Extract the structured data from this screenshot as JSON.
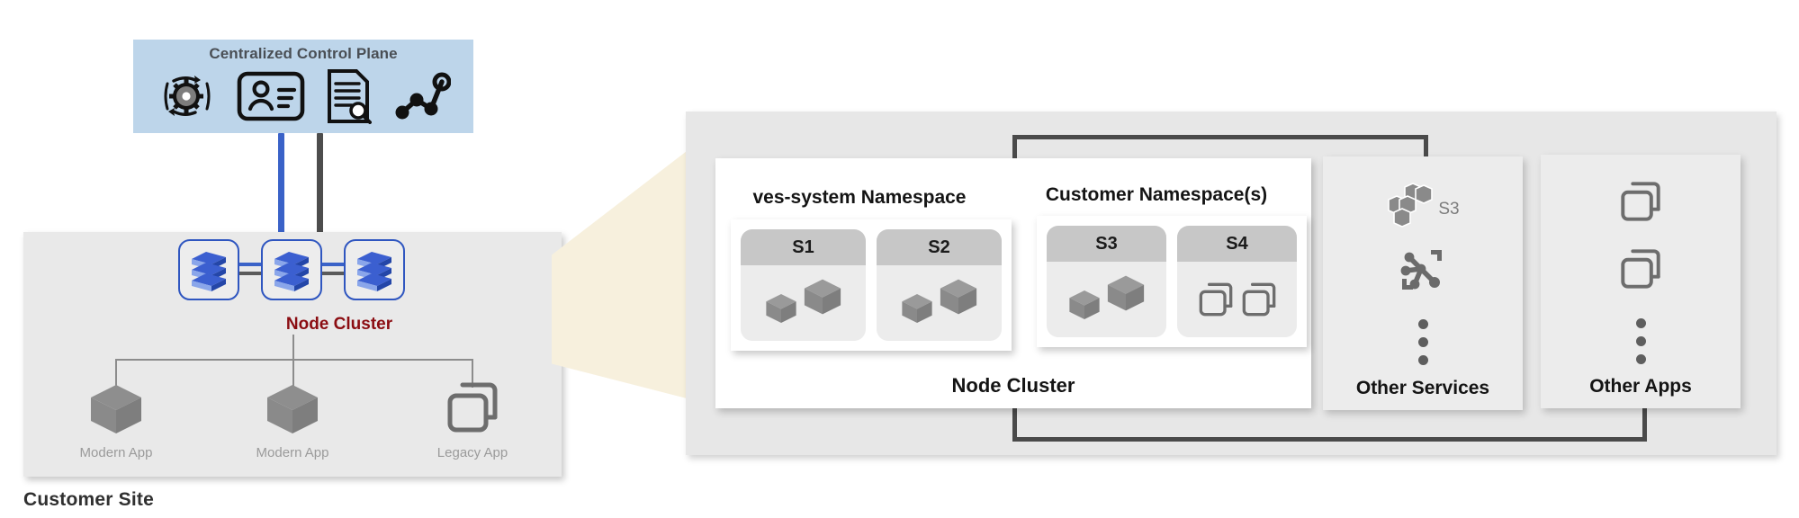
{
  "control_plane": {
    "title": "Centralized Control Plane",
    "icons": [
      {
        "name": "config-rotation-icon",
        "label": "configuration"
      },
      {
        "name": "identity-card-icon",
        "label": "identity"
      },
      {
        "name": "document-search-icon",
        "label": "policy-audit"
      },
      {
        "name": "network-graph-icon",
        "label": "network-graph"
      }
    ]
  },
  "links": {
    "blue_color": "#3a62c8",
    "gray_color": "#4d4d4d"
  },
  "customer_site": {
    "label": "Customer Site",
    "node_cluster_label": "Node Cluster",
    "node_cluster_label_color": "#8b0d12",
    "nodes": [
      {
        "name": "node-1",
        "icon": "stacked-layers-icon"
      },
      {
        "name": "node-2",
        "icon": "stacked-layers-icon"
      },
      {
        "name": "node-3",
        "icon": "stacked-layers-icon"
      }
    ],
    "apps": [
      {
        "label": "Modern App",
        "icon": "cube-icon"
      },
      {
        "label": "Modern App",
        "icon": "cube-icon"
      },
      {
        "label": "Legacy App",
        "icon": "vm-windows-icon"
      }
    ],
    "panel_color": "#e9e9e9"
  },
  "detail": {
    "panel_color": "#e7e7e7",
    "wedge_color": "#f7f0dd",
    "node_cluster_label": "Node Cluster",
    "namespaces": [
      {
        "title": "ves-system Namespace",
        "pods": [
          {
            "name": "S1",
            "icons": [
              "cube-icon",
              "cube-icon"
            ]
          },
          {
            "name": "S2",
            "icons": [
              "cube-icon",
              "cube-icon"
            ]
          }
        ]
      },
      {
        "title": "Customer Namespace(s)",
        "pods": [
          {
            "name": "S3",
            "icons": [
              "cube-icon",
              "cube-icon"
            ]
          },
          {
            "name": "S4",
            "icons": [
              "vm-windows-icon",
              "vm-windows-icon"
            ]
          }
        ]
      }
    ],
    "other_services": {
      "label": "Other Services",
      "s3_label": "S3",
      "icons": [
        "s3-bucket-cluster-icon",
        "service-mesh-icon",
        "vertical-ellipsis-icon"
      ]
    },
    "other_apps": {
      "label": "Other Apps",
      "icons": [
        "vm-windows-icon",
        "vm-windows-icon",
        "vertical-ellipsis-icon"
      ]
    }
  }
}
